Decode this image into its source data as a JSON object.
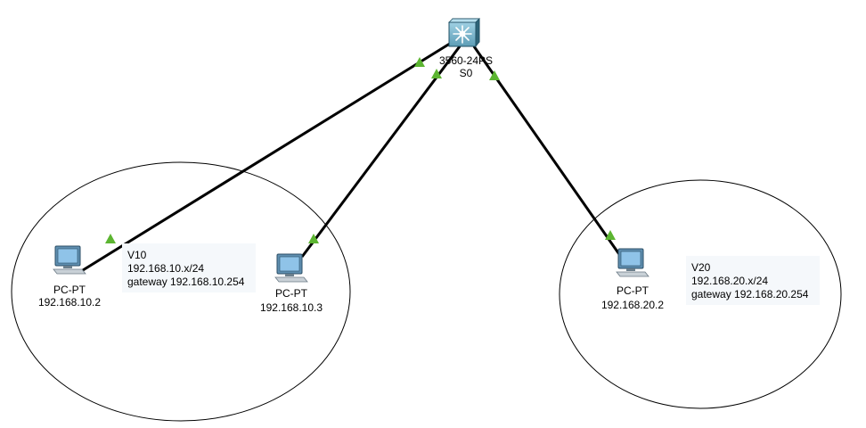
{
  "switch": {
    "model": "3560-24PS",
    "name": "S0"
  },
  "pcs": [
    {
      "model": "PC-PT",
      "ip": "192.168.10.2"
    },
    {
      "model": "PC-PT",
      "ip": "192.168.10.3"
    },
    {
      "model": "PC-PT",
      "ip": "192.168.20.2"
    }
  ],
  "vlans": [
    {
      "name": "V10",
      "subnet": "192.168.10.x/24",
      "gateway": "gateway 192.168.10.254"
    },
    {
      "name": "V20",
      "subnet": "192.168.20.x/24",
      "gateway": "gateway 192.168.20.254"
    }
  ],
  "colors": {
    "link": "#000000",
    "link_up": "#5cb531",
    "switch_body": "#3f7d96",
    "pc_screen": "#5f9bc7"
  }
}
